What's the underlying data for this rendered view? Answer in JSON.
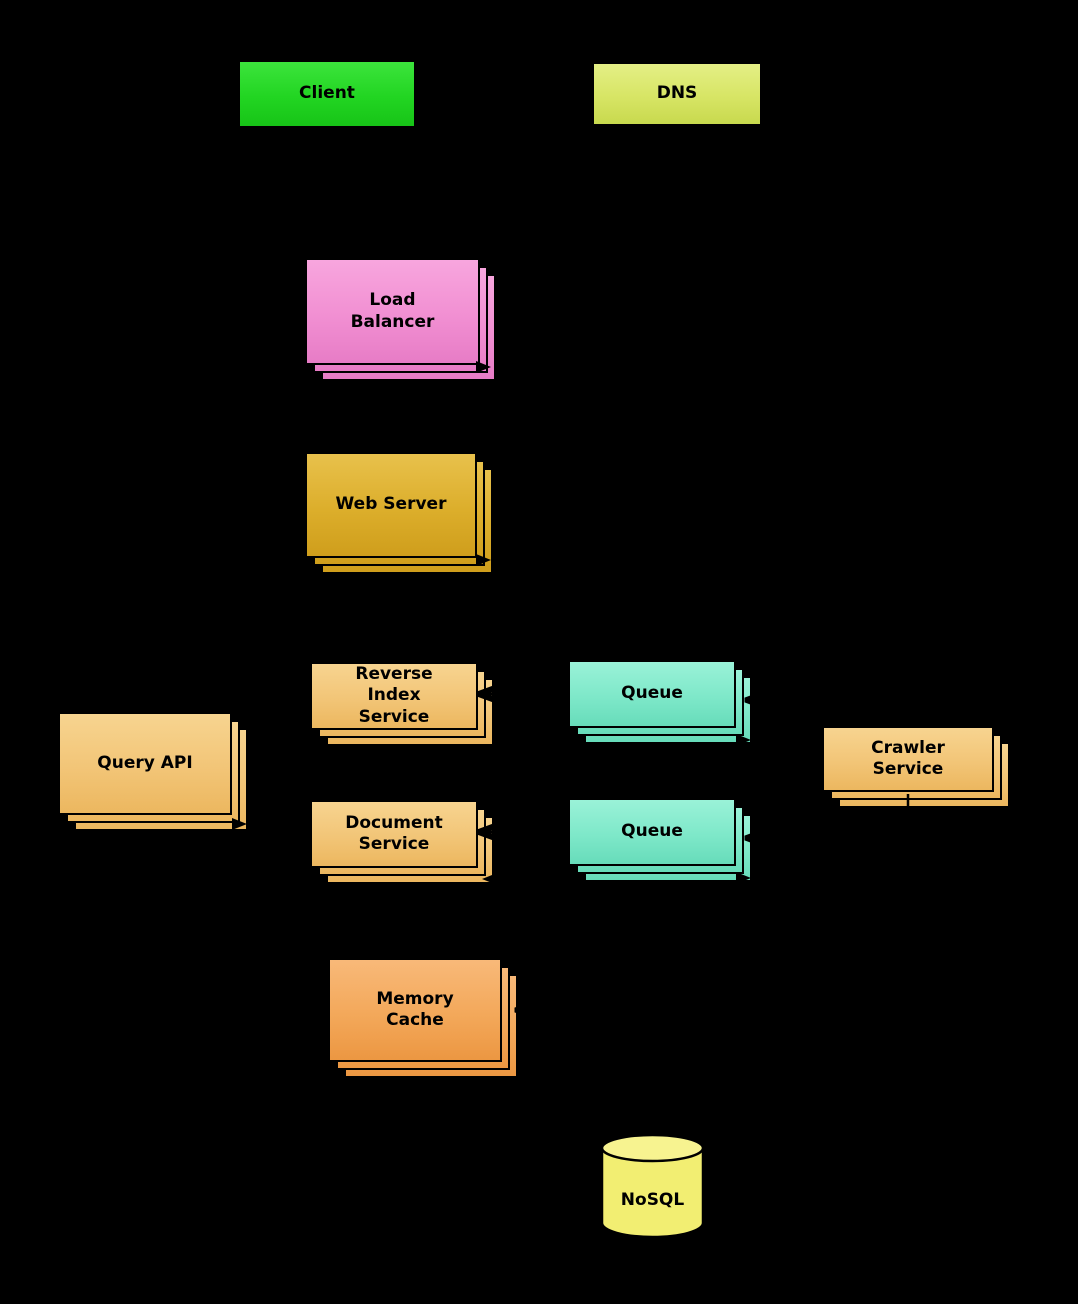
{
  "diagram": {
    "type": "architecture-diagram",
    "background": "#000000",
    "nodes": {
      "client": {
        "label": "Client",
        "color": "#22d522",
        "stacked": false
      },
      "dns": {
        "label": "DNS",
        "color": "#d7e565",
        "stacked": false
      },
      "load_balancer": {
        "label": "Load Balancer",
        "color": "#f18fd2",
        "stacked": true
      },
      "web_server": {
        "label": "Web Server",
        "color": "#dcae2b",
        "stacked": true
      },
      "reverse_index_service": {
        "label": "Reverse Index Service",
        "color": "#f2c577",
        "stacked": true
      },
      "document_service": {
        "label": "Document Service",
        "color": "#f2c577",
        "stacked": true
      },
      "query_api": {
        "label": "Query API",
        "color": "#f2c577",
        "stacked": true
      },
      "queue_top": {
        "label": "Queue",
        "color": "#7ee8c9",
        "stacked": true
      },
      "queue_bottom": {
        "label": "Queue",
        "color": "#7ee8c9",
        "stacked": true
      },
      "crawler_service": {
        "label": "Crawler Service",
        "color": "#f2c577",
        "stacked": true
      },
      "memory_cache": {
        "label": "Memory Cache",
        "color": "#f3a85a",
        "stacked": true
      },
      "nosql": {
        "label": "NoSQL",
        "color": "#f2ee72",
        "shape": "cylinder"
      }
    },
    "edges": [
      {
        "from": "client",
        "to": "dns"
      },
      {
        "from": "client",
        "to": "load_balancer"
      },
      {
        "from": "load_balancer",
        "to": "web_server"
      },
      {
        "from": "web_server",
        "to": "query_api"
      },
      {
        "from": "query_api",
        "to": "reverse_index_service"
      },
      {
        "from": "query_api",
        "to": "document_service"
      },
      {
        "from": "queue_top",
        "to": "reverse_index_service"
      },
      {
        "from": "queue_bottom",
        "to": "document_service"
      },
      {
        "from": "crawler_service",
        "to": "queue_top"
      },
      {
        "from": "crawler_service",
        "to": "queue_bottom"
      },
      {
        "from": "crawler_service",
        "to": "memory_cache"
      },
      {
        "from": "crawler_service",
        "to": "nosql"
      }
    ]
  }
}
